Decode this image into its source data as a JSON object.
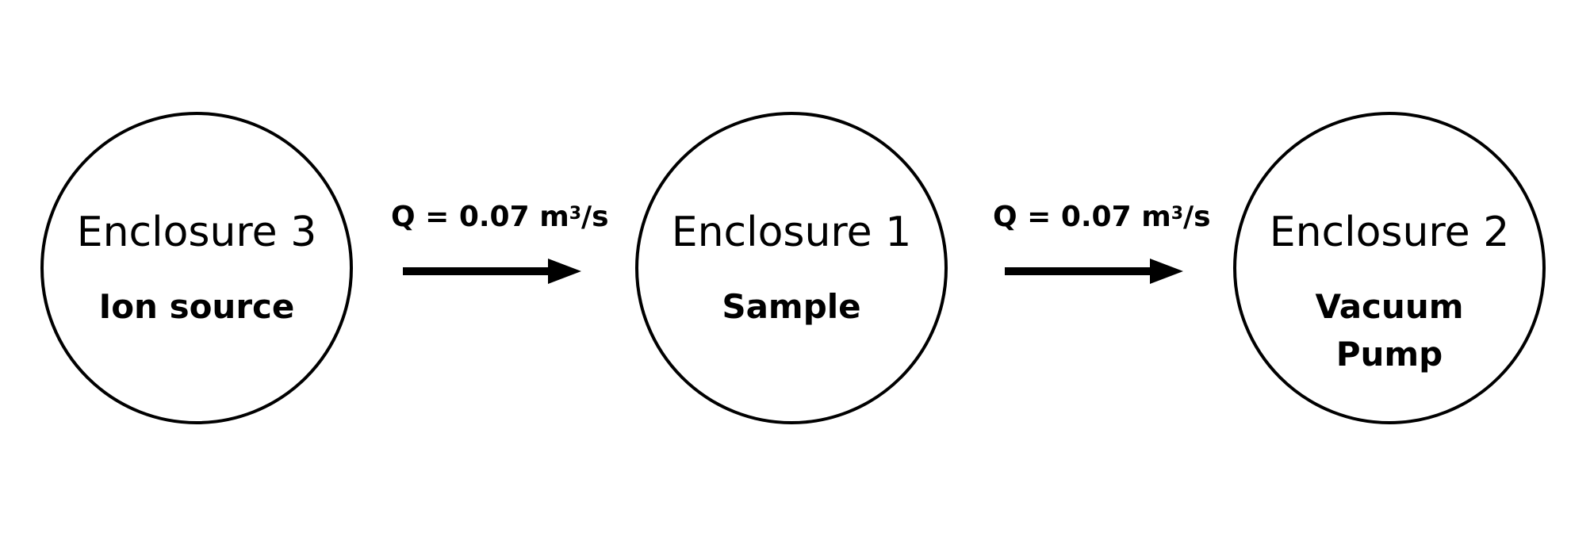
{
  "nodes": [
    {
      "title": "Enclosure 3",
      "subtitle_lines": [
        "Ion source"
      ]
    },
    {
      "title": "Enclosure 1",
      "subtitle_lines": [
        "Sample"
      ]
    },
    {
      "title": "Enclosure 2",
      "subtitle_lines": [
        "Vacuum",
        "Pump"
      ]
    }
  ],
  "flows": [
    {
      "label": "Q = 0.07 m",
      "unit_exponent": "3",
      "unit_suffix": "/s"
    },
    {
      "label": "Q = 0.07 m",
      "unit_exponent": "3",
      "unit_suffix": "/s"
    }
  ],
  "colors": {
    "stroke": "#000000",
    "background": "#ffffff"
  }
}
